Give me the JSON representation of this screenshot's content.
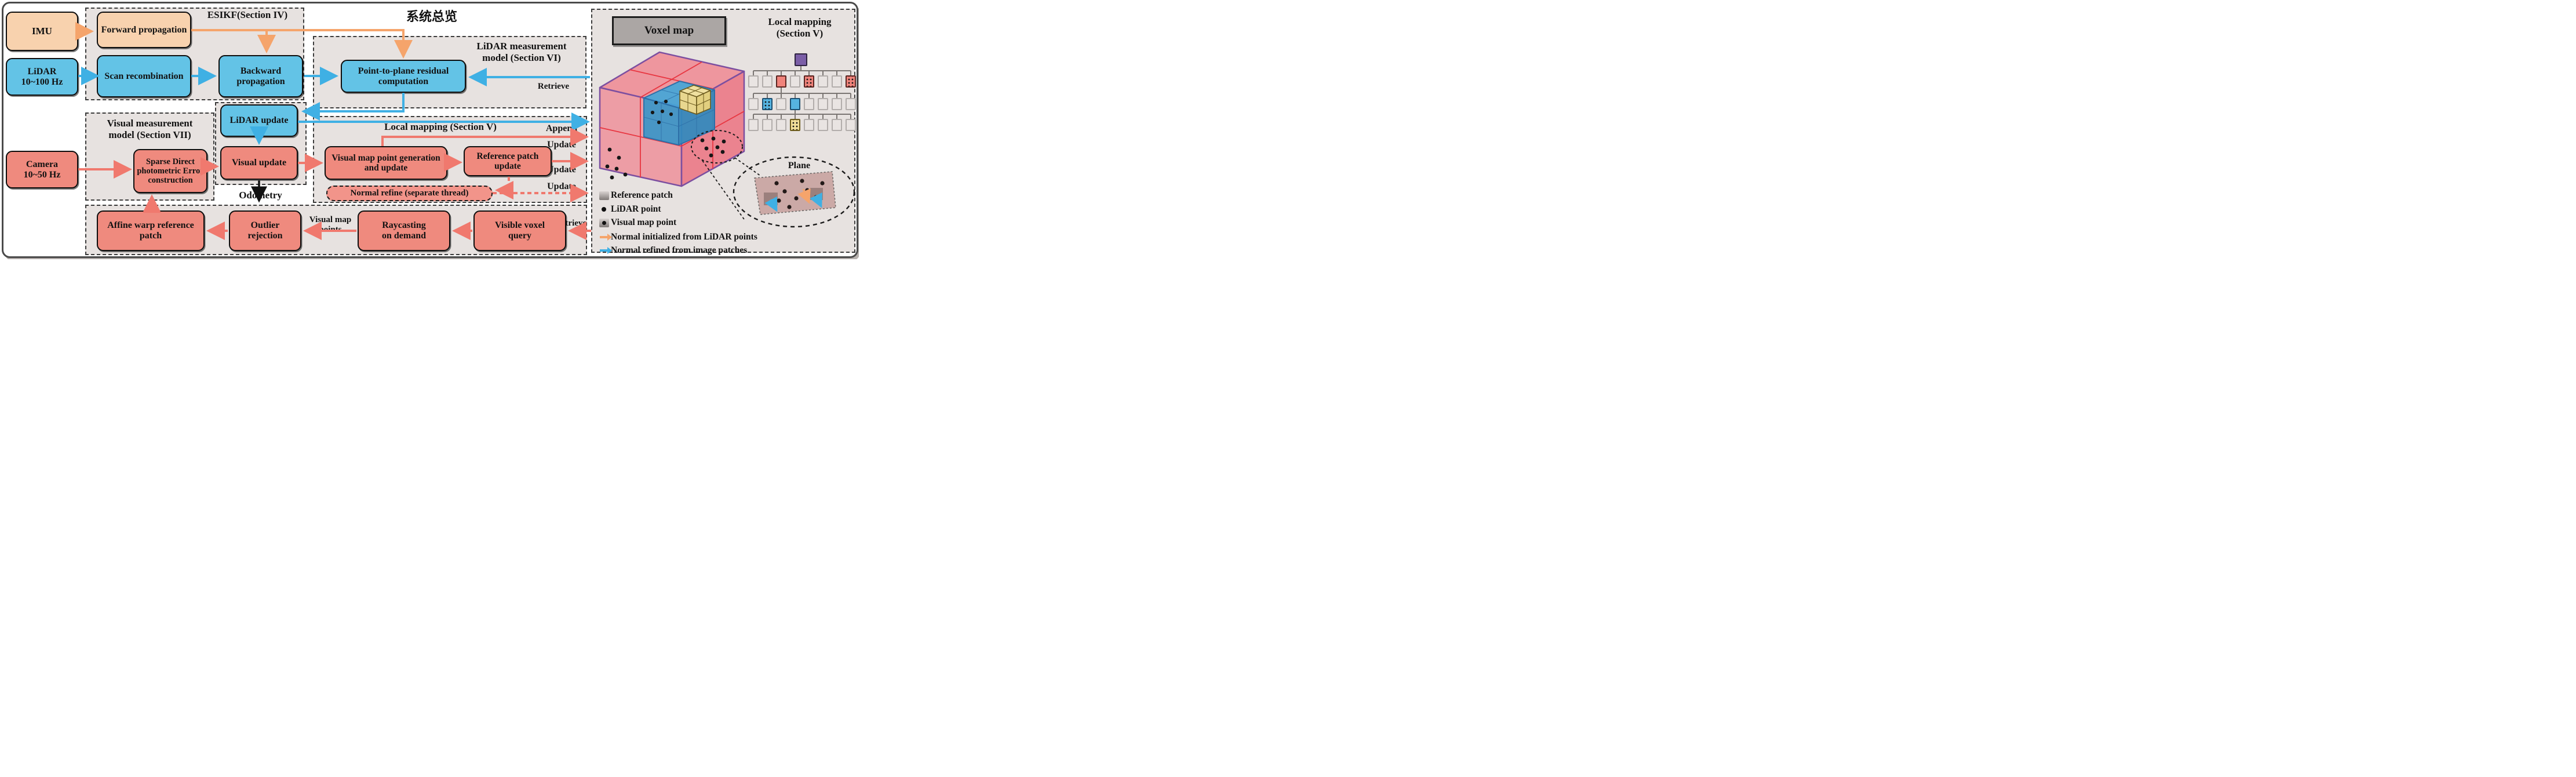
{
  "title": "系统总览",
  "sensors": {
    "imu": "IMU",
    "lidar": "LiDAR\n10~100 Hz",
    "camera": "Camera\n10~50 Hz"
  },
  "esikf": {
    "label": "ESIKF(Section IV)",
    "forward": "Forward propagation",
    "scan": "Scan recombination",
    "backward": "Backward propagation",
    "lidar_update": "LiDAR update",
    "visual_update": "Visual update",
    "odometry": "Odometry"
  },
  "lidar_measurement": {
    "label": "LiDAR measurement\nmodel (Section VI)",
    "point_to_plane": "Point-to-plane residual computation",
    "retrieve_label": "Retrieve"
  },
  "visual_measurement": {
    "label": "Visual measurement\nmodel (Section VII)",
    "sparse_direct": "Sparse Direct photometric Error construction"
  },
  "local_mapping": {
    "label": "Local mapping (Section V)",
    "visual_map_point": "Visual map point generation and update",
    "reference_patch_update": "Reference patch\nupdate",
    "normal_refine": "Normal refine (separate thread)",
    "append_label": "Append",
    "update_label": "Update"
  },
  "bottom_row": {
    "affine_warp": "Affine warp reference patch",
    "outlier_rejection": "Outlier\nrejection",
    "visual_map_points_label": "Visual map\npoints",
    "raycasting": "Raycasting\non demand",
    "visible_voxel_query": "Visible voxel\nquery",
    "retrieve_label": "Retrieve"
  },
  "right_panel": {
    "voxel_map_header": "Voxel map",
    "label": "Local mapping\n(Section V)",
    "plane_label": "Plane",
    "legend": [
      {
        "icon": "reference-patch",
        "label": "Reference patch"
      },
      {
        "icon": "lidar-point",
        "label": "LiDAR point"
      },
      {
        "icon": "visual-map-point",
        "label": "Visual map point"
      },
      {
        "icon": "normal-lidar-arrow",
        "label": "Normal initialized from LiDAR points"
      },
      {
        "icon": "normal-image-arrow",
        "label": "Normal refined from image patches"
      }
    ],
    "octree": {
      "root": "purple",
      "rows": [
        [
          "empty",
          "empty",
          "red",
          "empty",
          "red-dots",
          "empty",
          "empty",
          "red-dots"
        ],
        [
          "empty",
          "blue-dots",
          "empty",
          "blue",
          "empty",
          "empty",
          "empty",
          "empty"
        ],
        [
          "empty",
          "empty",
          "empty",
          "yellow-dots",
          "empty",
          "empty",
          "empty",
          "empty"
        ]
      ]
    }
  },
  "colors": {
    "peach": "#F8D2AE",
    "blue_box": "#63C3E6",
    "red_box": "#EF8A7E",
    "orange_arrow": "#F5A46B",
    "blue_arrow": "#3FB0E4",
    "red_arrow": "#F0796E",
    "panel_bg": "#E7E2E0",
    "voxel_pink": "#F0808C",
    "voxel_blue": "#42A5D7",
    "voxel_yellow": "#EFE0A0",
    "purple": "#7B5EA7"
  }
}
